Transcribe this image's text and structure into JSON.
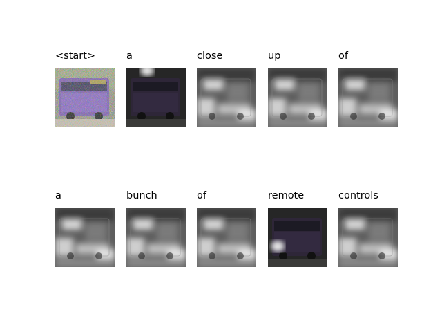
{
  "panels": [
    {
      "word": "<start>",
      "style": "original"
    },
    {
      "word": "a",
      "style": "dark"
    },
    {
      "word": "close",
      "style": "blur"
    },
    {
      "word": "up",
      "style": "blur"
    },
    {
      "word": "of",
      "style": "blur"
    },
    {
      "word": "a",
      "style": "blur"
    },
    {
      "word": "bunch",
      "style": "blur"
    },
    {
      "word": "of",
      "style": "blur"
    },
    {
      "word": "remote",
      "style": "dark"
    },
    {
      "word": "controls",
      "style": "blur"
    }
  ]
}
